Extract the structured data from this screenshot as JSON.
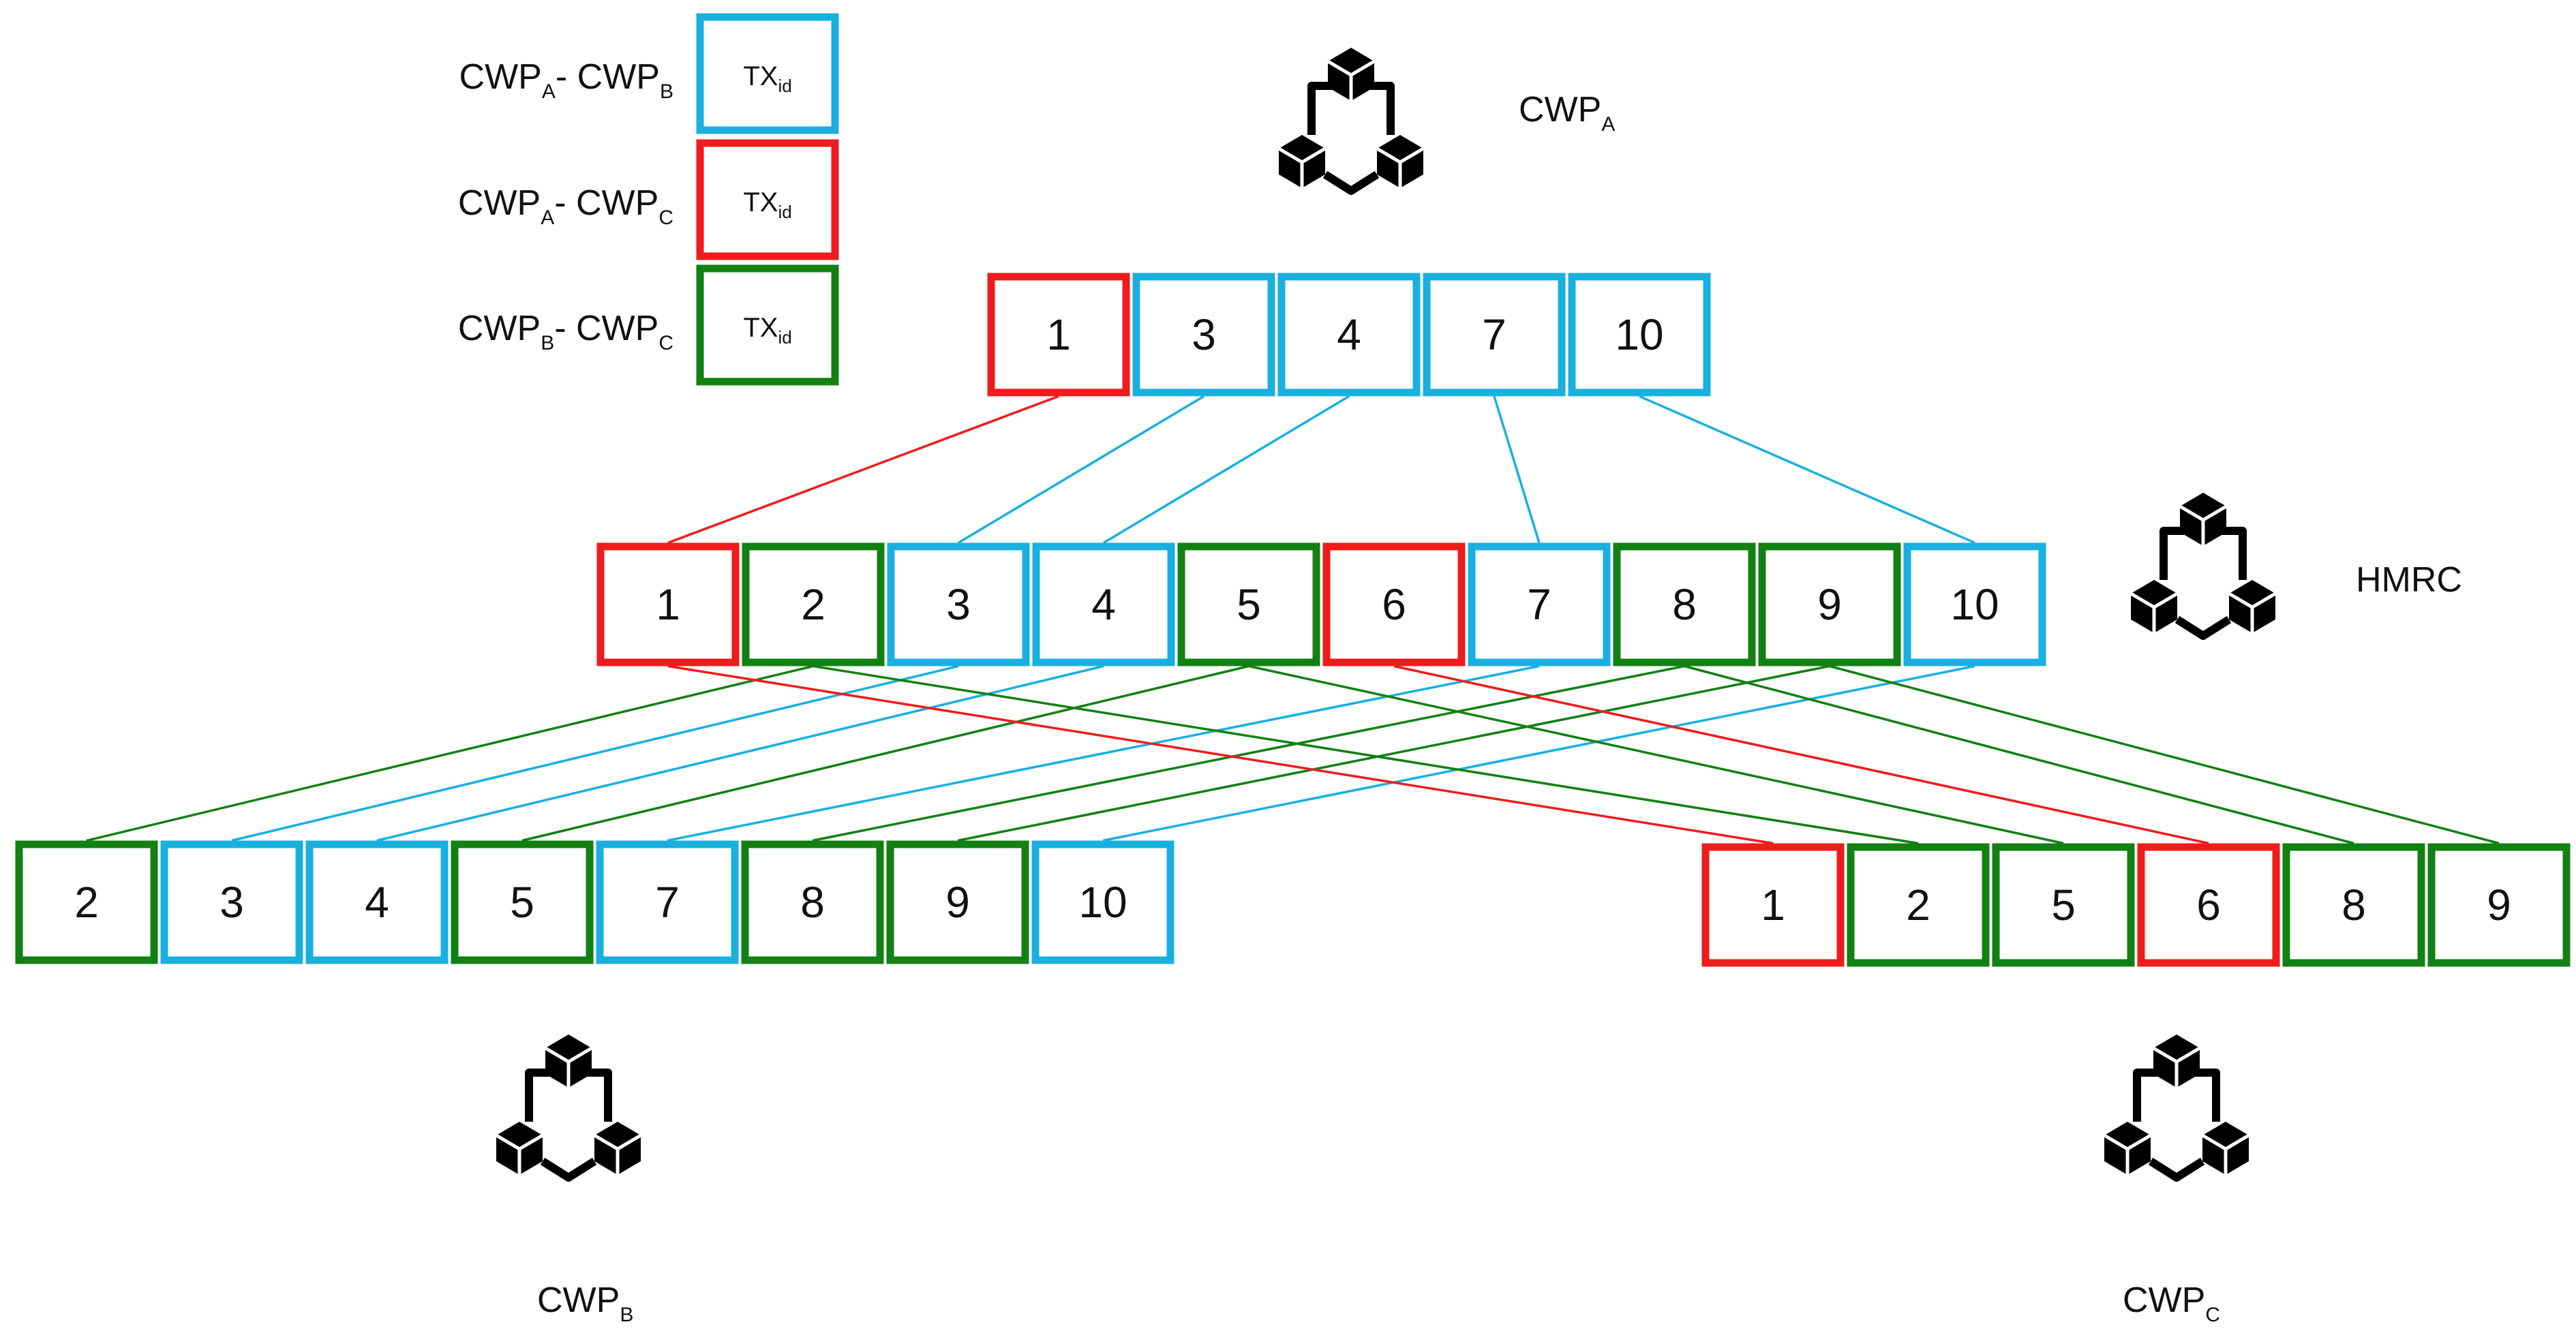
{
  "colors": {
    "ab": "#19b0e0",
    "ac": "#ee1c1c",
    "bc": "#128012"
  },
  "legend": [
    {
      "p1": "CWP",
      "s1": "A",
      "sep": "- ",
      "p2": "CWP",
      "s2": "B",
      "box": "TX",
      "box_sub": "id",
      "color": "ab"
    },
    {
      "p1": "CWP",
      "s1": "A",
      "sep": "- ",
      "p2": "CWP",
      "s2": "C",
      "box": "TX",
      "box_sub": "id",
      "color": "ac"
    },
    {
      "p1": "CWP",
      "s1": "B",
      "sep": "- ",
      "p2": "CWP",
      "s2": "C",
      "box": "TX",
      "box_sub": "id",
      "color": "bc"
    }
  ],
  "nodes": {
    "cwpa": {
      "name": "CWP",
      "sub": "A",
      "icon": "blockchain-icon"
    },
    "hmrc": {
      "name": "HMRC",
      "sub": "",
      "icon": "blockchain-icon"
    },
    "cwpb": {
      "name": "CWP",
      "sub": "B",
      "icon": "blockchain-icon"
    },
    "cwpc": {
      "name": "CWP",
      "sub": "C",
      "icon": "blockchain-icon"
    }
  },
  "rows": {
    "cwpa": [
      {
        "id": "1",
        "color": "ac"
      },
      {
        "id": "3",
        "color": "ab"
      },
      {
        "id": "4",
        "color": "ab"
      },
      {
        "id": "7",
        "color": "ab"
      },
      {
        "id": "10",
        "color": "ab"
      }
    ],
    "hmrc": [
      {
        "id": "1",
        "color": "ac"
      },
      {
        "id": "2",
        "color": "bc"
      },
      {
        "id": "3",
        "color": "ab"
      },
      {
        "id": "4",
        "color": "ab"
      },
      {
        "id": "5",
        "color": "bc"
      },
      {
        "id": "6",
        "color": "ac"
      },
      {
        "id": "7",
        "color": "ab"
      },
      {
        "id": "8",
        "color": "bc"
      },
      {
        "id": "9",
        "color": "bc"
      },
      {
        "id": "10",
        "color": "ab"
      }
    ],
    "cwpb": [
      {
        "id": "2",
        "color": "bc"
      },
      {
        "id": "3",
        "color": "ab"
      },
      {
        "id": "4",
        "color": "ab"
      },
      {
        "id": "5",
        "color": "bc"
      },
      {
        "id": "7",
        "color": "ab"
      },
      {
        "id": "8",
        "color": "bc"
      },
      {
        "id": "9",
        "color": "bc"
      },
      {
        "id": "10",
        "color": "ab"
      }
    ],
    "cwpc": [
      {
        "id": "1",
        "color": "ac"
      },
      {
        "id": "2",
        "color": "bc"
      },
      {
        "id": "5",
        "color": "bc"
      },
      {
        "id": "6",
        "color": "ac"
      },
      {
        "id": "8",
        "color": "bc"
      },
      {
        "id": "9",
        "color": "bc"
      }
    ]
  }
}
